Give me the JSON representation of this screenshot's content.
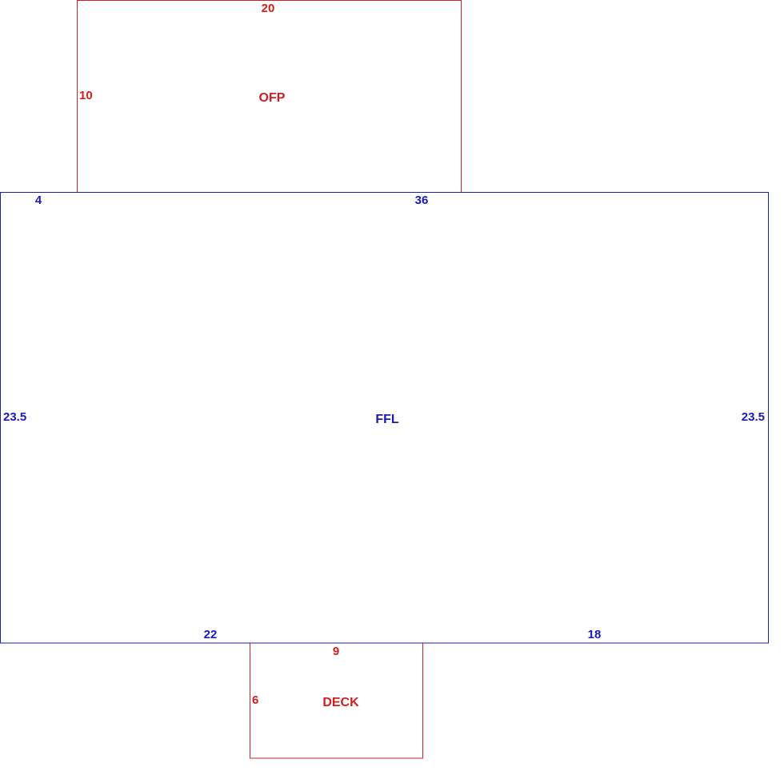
{
  "colors": {
    "main_area": "#1a1ab4",
    "attachment": "#d21e1e",
    "background": "#ffffff"
  },
  "areas": {
    "ofp": {
      "name": "OFP",
      "top_length": "20",
      "side_length": "10"
    },
    "ffl": {
      "name": "FFL",
      "top_left_length": "4",
      "top_right_length": "36",
      "left_length": "23.5",
      "right_length": "23.5",
      "bottom_left_length": "22",
      "bottom_right_length": "18"
    },
    "deck": {
      "name": "DECK",
      "top_length": "9",
      "side_length": "6"
    }
  }
}
